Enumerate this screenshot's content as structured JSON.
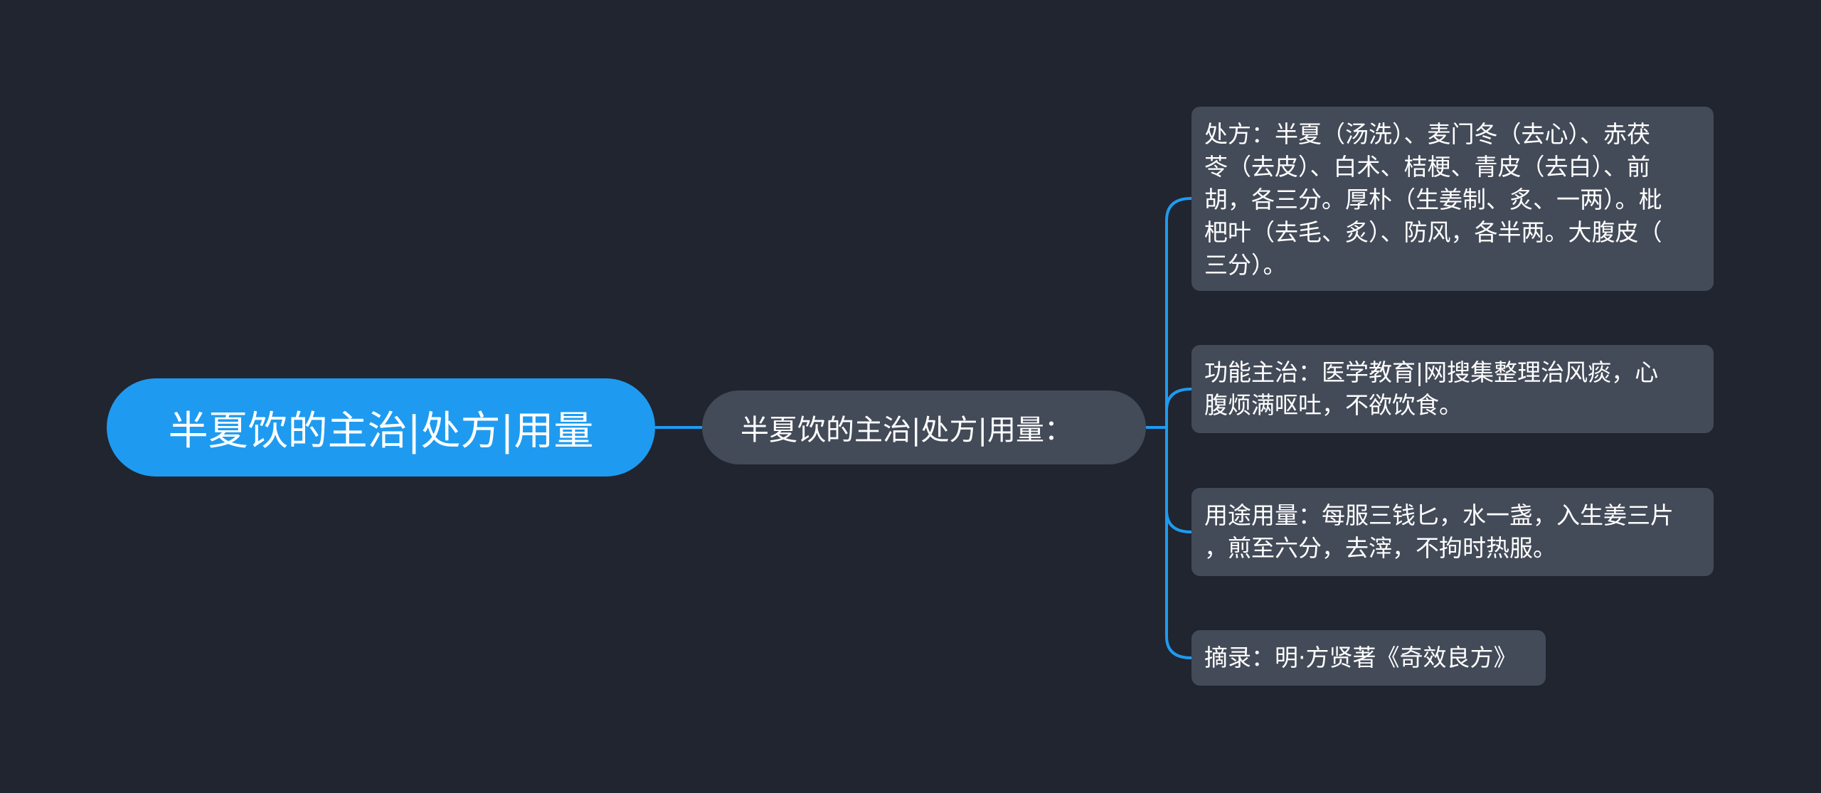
{
  "mindmap": {
    "root": {
      "label": "半夏饮的主治|处方|用量"
    },
    "branch": {
      "label": "半夏饮的主治|处方|用量："
    },
    "leaves": [
      {
        "lines": [
          "处方：半夏（汤洗）、麦门冬（去心）、赤茯",
          "苓（去皮）、白术、桔梗、青皮（去白）、前",
          "胡，各三分。厚朴（生姜制、炙、一两）。枇",
          "杷叶（去毛、炙）、防风，各半两。大腹皮（",
          "三分）。"
        ]
      },
      {
        "lines": [
          "功能主治：医学教育|网搜集整理治风痰，心",
          "腹烦满呕吐，不欲饮食。"
        ]
      },
      {
        "lines": [
          "用途用量：每服三钱匕，水一盏，入生姜三片",
          "，煎至六分，去滓，不拘时热服。"
        ]
      },
      {
        "lines": [
          "摘录：明·方贤著《奇效良方》"
        ]
      }
    ],
    "colors": {
      "background": "#21252f",
      "root_fill": "#1e9bf0",
      "node_fill": "#434a58",
      "connector": "#1e9bf0",
      "text": "#ffffff"
    }
  }
}
